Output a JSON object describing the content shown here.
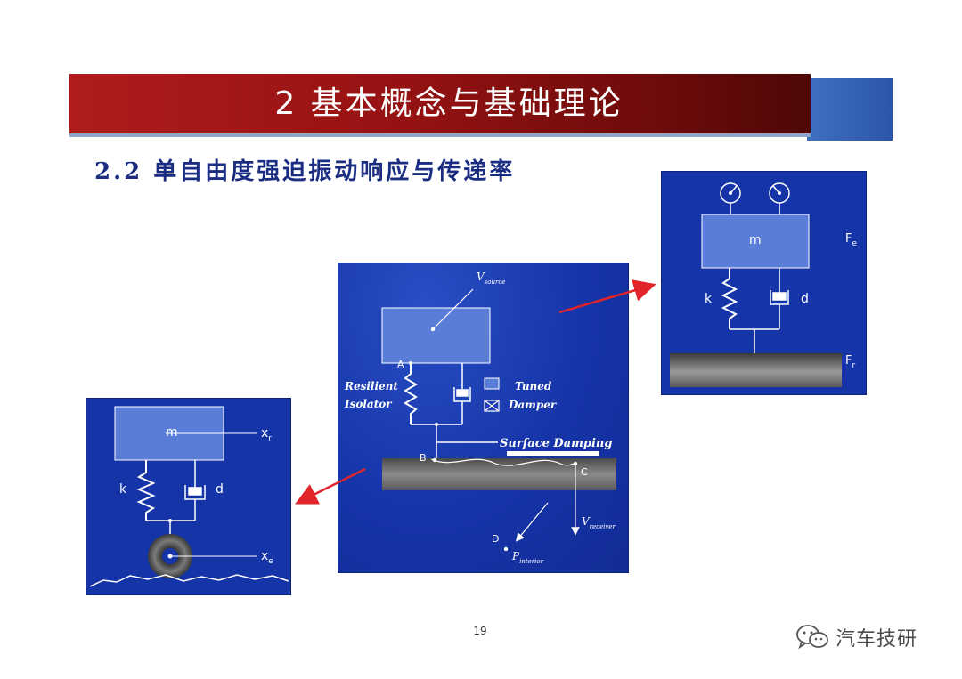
{
  "slide": {
    "title": "2  基本概念与基础理论",
    "subtitle": "2.2 单自由度强迫振动响应与传递率",
    "page_number": "19"
  },
  "left_diagram": {
    "mass": "m",
    "spring": "k",
    "damper": "d",
    "output": "x",
    "output_sub": "r",
    "input": "x",
    "input_sub": "e"
  },
  "center_diagram": {
    "source": "V",
    "source_sub": "source",
    "point_a": "A",
    "point_b": "B",
    "point_c": "C",
    "point_d": "D",
    "resilient_line1": "Resilient",
    "resilient_line2": "Isolator",
    "tuned_line1": "Tuned",
    "tuned_line2": "Damper",
    "surface_damping": "Surface Damping",
    "receiver": "V",
    "receiver_sub": "receiver",
    "interior": "P",
    "interior_sub": "interior"
  },
  "right_diagram": {
    "mass": "m",
    "spring": "k",
    "damper": "d",
    "force_top": "F",
    "force_top_sub": "e",
    "force_bottom": "F",
    "force_bottom_sub": "r"
  },
  "watermark": {
    "text": "汽车技研",
    "icon": "wechat-icon"
  },
  "colors": {
    "title_red": "#951212",
    "panel_blue": "#1534a8",
    "mass_block": "#5a7dd8",
    "arrow_red": "#e0242a",
    "subtitle_blue": "#1a2d82"
  }
}
